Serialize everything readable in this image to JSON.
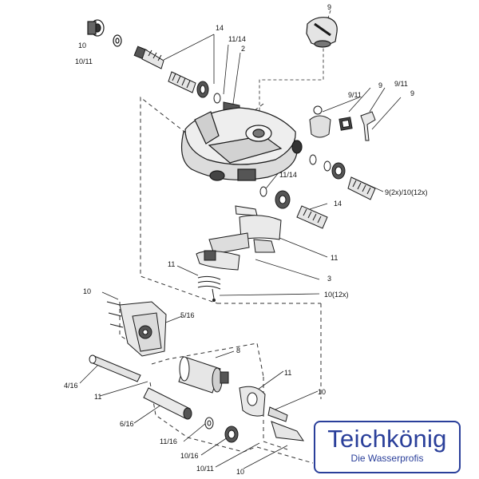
{
  "diagram": {
    "labels": [
      {
        "id": "lbl-10-topleft",
        "text": "10"
      },
      {
        "id": "lbl-10-11-topleft",
        "text": "10/11"
      },
      {
        "id": "lbl-14-top",
        "text": "14"
      },
      {
        "id": "lbl-11-14-top",
        "text": "11/14"
      },
      {
        "id": "lbl-2",
        "text": "2"
      },
      {
        "id": "lbl-9-knob",
        "text": "9"
      },
      {
        "id": "lbl-9-11-a",
        "text": "9/11"
      },
      {
        "id": "lbl-9-a",
        "text": "9"
      },
      {
        "id": "lbl-9-11-b",
        "text": "9/11"
      },
      {
        "id": "lbl-9-b",
        "text": "9"
      },
      {
        "id": "lbl-11-14-mid",
        "text": "11/14"
      },
      {
        "id": "lbl-9-2x-10-12x",
        "text": "9(2x)/10(12x)"
      },
      {
        "id": "lbl-14-mid",
        "text": "14"
      },
      {
        "id": "lbl-11-right",
        "text": "11"
      },
      {
        "id": "lbl-11-left",
        "text": "11"
      },
      {
        "id": "lbl-3",
        "text": "3"
      },
      {
        "id": "lbl-10-12x",
        "text": "10(12x)"
      },
      {
        "id": "lbl-10-motor",
        "text": "10"
      },
      {
        "id": "lbl-5-16",
        "text": "5/16"
      },
      {
        "id": "lbl-8",
        "text": "8"
      },
      {
        "id": "lbl-4-16",
        "text": "4/16"
      },
      {
        "id": "lbl-11-shaft",
        "text": "11"
      },
      {
        "id": "lbl-11-lower",
        "text": "11"
      },
      {
        "id": "lbl-10-lower",
        "text": "10"
      },
      {
        "id": "lbl-6-16",
        "text": "6/16"
      },
      {
        "id": "lbl-11-16",
        "text": "11/16"
      },
      {
        "id": "lbl-10-16",
        "text": "10/16"
      },
      {
        "id": "lbl-10-11-bottom",
        "text": "10/11"
      },
      {
        "id": "lbl-10-bottom",
        "text": "10"
      }
    ]
  },
  "logo": {
    "brand": "Teichkönig",
    "tagline": "Die Wasserprofis",
    "color": "#2a3f9a"
  }
}
